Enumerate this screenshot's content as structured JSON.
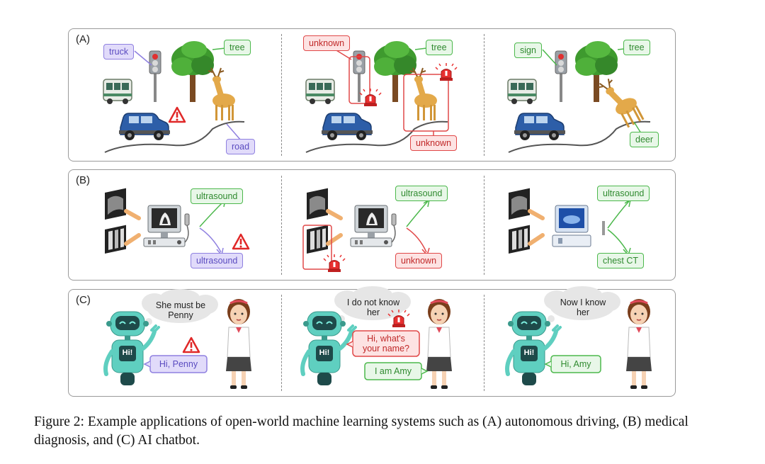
{
  "panels": [
    {
      "label": "(A)"
    },
    {
      "label": "(B)"
    },
    {
      "label": "(C)"
    }
  ],
  "driving": {
    "col1": {
      "truck": "truck",
      "tree": "tree",
      "road": "road"
    },
    "col2": {
      "unknown_top": "unknown",
      "tree": "tree",
      "unknown_bottom": "unknown"
    },
    "col3": {
      "sign": "sign",
      "tree": "tree",
      "deer": "deer"
    }
  },
  "medical": {
    "col1": {
      "top": "ultrasound",
      "bottom": "ultrasound"
    },
    "col2": {
      "top": "ultrasound",
      "bottom": "unknown"
    },
    "col3": {
      "top": "ultrasound",
      "bottom": "chest CT"
    }
  },
  "chatbot": {
    "col1": {
      "robot_thought_l1": "She must be",
      "robot_thought_l2": "Penny",
      "reply": "Hi, Penny",
      "screen": "Hi!"
    },
    "col2": {
      "robot_thought_l1": "I do not know",
      "robot_thought_l2": "her",
      "question_l1": "Hi, what's",
      "question_l2": "your name?",
      "answer": "I am Amy",
      "screen": "Hi!"
    },
    "col3": {
      "robot_thought_l1": "Now I know",
      "robot_thought_l2": "her",
      "reply": "Hi, Amy",
      "screen": "Hi!"
    }
  },
  "caption": {
    "text": "Figure 2: Example applications of open-world machine learning systems such as (A) autonomous driving, (B) medical diagnosis, and (C) AI chatbot."
  },
  "colors": {
    "purple": "#8f80e0",
    "green": "#4cb84c",
    "red": "#e04848",
    "car_blue": "#2d5ea8",
    "robot_teal": "#5fcfc0"
  }
}
